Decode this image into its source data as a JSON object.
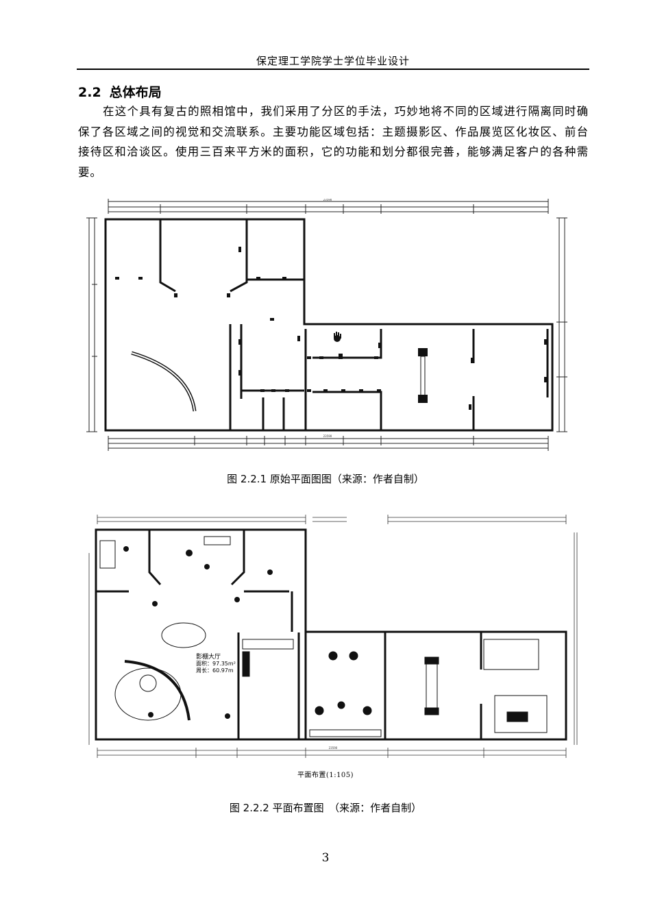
{
  "header": {
    "title": "保定理工学院学士学位毕业设计"
  },
  "section": {
    "number": "2.2",
    "title": "总体布局",
    "paragraph": "在这个具有复古的照相馆中，我们采用了分区的手法，巧妙地将不同的区域进行隔离同时确保了各区域之间的视觉和交流联系。主要功能区域包括：主题摄影区、作品展览区化妆区、前台接待区和洽谈区。使用三百来平方米的面积，它的功能和划分都很完善，能够满足客户的各种需要。"
  },
  "figure1": {
    "caption": "图 2.2.1 原始平面图图（来源：作者自制）",
    "total_dim": "23590"
  },
  "figure2": {
    "caption": "图 2.2.2 平面布置图　（来源：作者自制）",
    "scale_note": "平面布置(1:105)",
    "hall_name": "影棚大厅",
    "hall_area": "面积：97.35m²",
    "hall_perimeter": "周长：60.97m",
    "total_dim": "23590"
  },
  "page": {
    "number": "3"
  }
}
